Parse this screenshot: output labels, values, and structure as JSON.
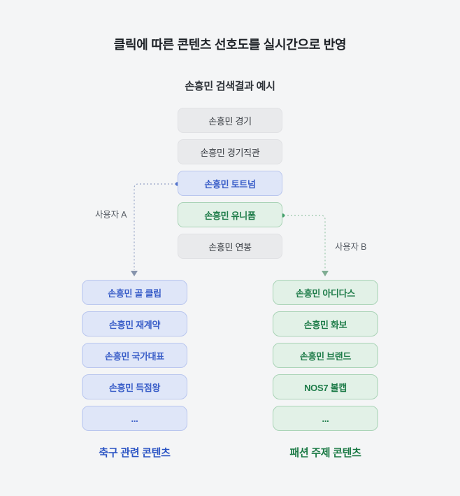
{
  "page": {
    "title": "클릭에 따른 콘텐츠 선호도를 실시간으로 반영",
    "subtitle": "손흥민 검색결과 예시",
    "background_color": "#f4f5f6"
  },
  "search_column": {
    "items": [
      {
        "label": "손흥민 경기",
        "variant": "gray"
      },
      {
        "label": "손흥민 경기직관",
        "variant": "gray"
      },
      {
        "label": "손흥민 토트넘",
        "variant": "blue"
      },
      {
        "label": "손흥민 유니폼",
        "variant": "green"
      },
      {
        "label": "손흥민 연봉",
        "variant": "gray"
      }
    ]
  },
  "connectors": {
    "user_a_label": "사용자 A",
    "user_b_label": "사용자 B"
  },
  "left_column": {
    "items": [
      {
        "label": "손흥민 골 클립"
      },
      {
        "label": "손흥민 재계약"
      },
      {
        "label": "손흥민 국가대표"
      },
      {
        "label": "손흥민 득점왕"
      },
      {
        "label": "..."
      }
    ],
    "caption": "축구 관련 콘텐츠"
  },
  "right_column": {
    "items": [
      {
        "label": "손흥민 아디다스"
      },
      {
        "label": "손흥민 화보"
      },
      {
        "label": "손흥민 브랜드"
      },
      {
        "label": "NOS7 볼캡"
      },
      {
        "label": "..."
      }
    ],
    "caption": "패션 주제 콘텐츠"
  },
  "colors": {
    "accent_blue_text": "#3a5ec8",
    "accent_blue_bg": "#dfe6f8",
    "accent_blue_border": "#b9c6ee",
    "accent_green_text": "#1e7c49",
    "accent_green_bg": "#e2f1e7",
    "accent_green_border": "#a9d3b6",
    "neutral_chip_bg": "#e9eaec",
    "connector_blue": "#96a5c8",
    "connector_green": "#9ac7ab"
  }
}
